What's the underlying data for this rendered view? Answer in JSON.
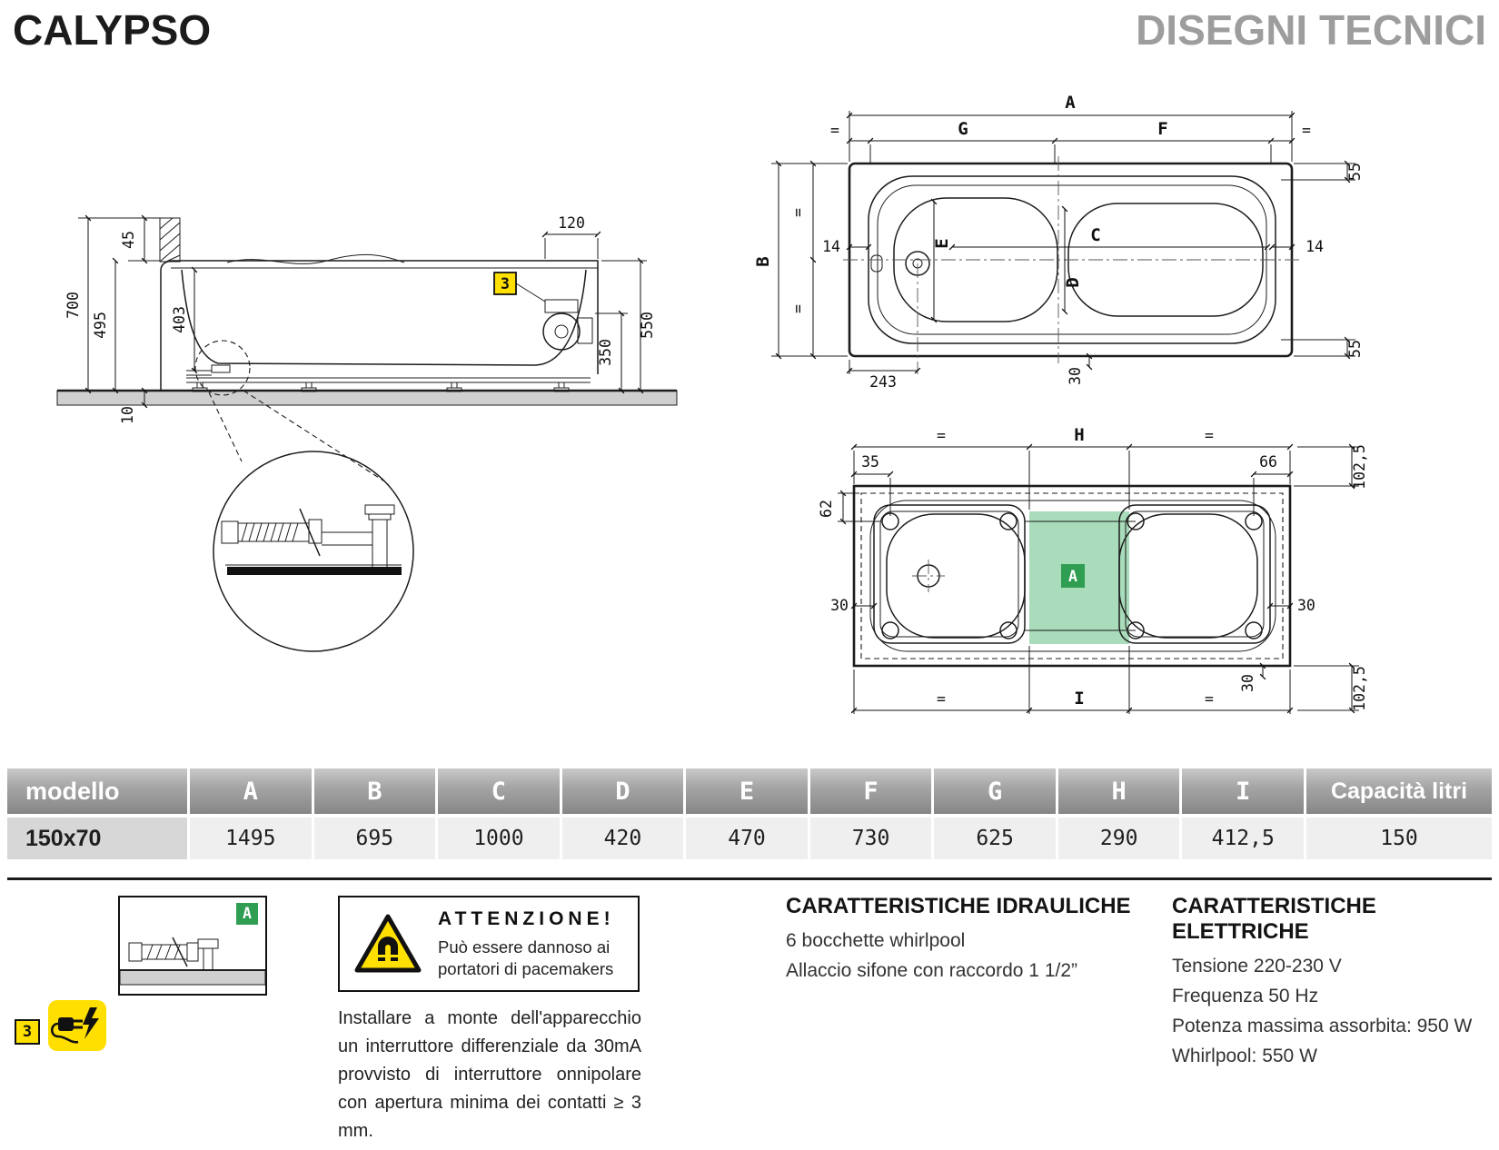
{
  "header": {
    "title": "CALYPSO",
    "subtitle": "DISEGNI TECNICI"
  },
  "colors": {
    "accent_green": "#2f9e53",
    "light_green": "#a8dcba",
    "warning_yellow": "#ffe000",
    "table_header_gray": "#9a9a9a",
    "subtitle_gray": "#9d9d9d"
  },
  "dims": {
    "eq": "=",
    "n10": "10",
    "n14": "14",
    "n30": "30",
    "n35": "35",
    "n45": "45",
    "n55": "55",
    "n62": "62",
    "n66": "66",
    "n102_5": "102,5",
    "n120": "120",
    "n243": "243",
    "n350": "350",
    "n403": "403",
    "n495": "495",
    "n550": "550",
    "n700": "700",
    "A": "A",
    "B": "B",
    "C": "C",
    "D": "D",
    "E": "E",
    "F": "F",
    "G": "G",
    "H": "H",
    "I": "I"
  },
  "badges": {
    "three": "3",
    "a": "A"
  },
  "table": {
    "headers": [
      "modello",
      "A",
      "B",
      "C",
      "D",
      "E",
      "F",
      "G",
      "H",
      "I",
      "Capacità litri"
    ],
    "row": {
      "model": "150x70",
      "values": [
        "1495",
        "695",
        "1000",
        "420",
        "470",
        "730",
        "625",
        "290",
        "412,5",
        "150"
      ]
    }
  },
  "warning": {
    "title": "ATTENZIONE!",
    "line1": "Può essere dannoso ai",
    "line2": "portatori di pacemakers"
  },
  "install_note": "Installare a monte dell'apparecchio un interruttore differenziale da 30mA provvisto di interruttore onnipolare con apertura minima dei contatti ≥ 3 mm.",
  "hydraulics": {
    "title": "CARATTERISTICHE IDRAULICHE",
    "lines": [
      "6 bocchette whirlpool",
      "Allaccio sifone con raccordo 1 1/2”"
    ]
  },
  "electrics": {
    "title": "CARATTERISTICHE ELETTRICHE",
    "lines": [
      "Tensione 220-230 V",
      "Frequenza 50 Hz",
      "Potenza massima assorbita: 950 W",
      "Whirlpool: 550 W"
    ]
  }
}
